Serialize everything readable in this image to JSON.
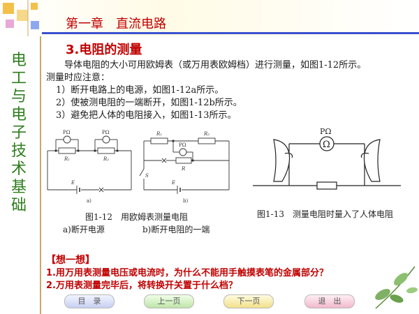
{
  "header": {
    "chapter_title": "第一章　直流电路"
  },
  "sidebar": {
    "title": "电工与电子技术基础"
  },
  "section": {
    "title": "3.电阻的测量"
  },
  "content": {
    "intro_line1": "导体电阻的大小可用欧姆表（或万用表欧姆档）进行测量，如图1-12所示。",
    "intro_line2": "测量时应注意：",
    "points": [
      "1）断开电路上的电源，如图1-12a所示。",
      "2）使被测电阻的一端断开，如图1-12b所示。",
      "3）避免把人体的电阻接入，如图1-13所示。"
    ]
  },
  "figure_12": {
    "caption": "图1-12　用欧姆表测量电阻",
    "sub_a": "a)断开电源",
    "sub_b": "b)断开电阻的一端",
    "labels": {
      "po": "PΩ",
      "r1": "R₁",
      "r2": "R₂",
      "r": "R",
      "e": "E",
      "s": "S",
      "a": "a)",
      "b": "b)"
    }
  },
  "figure_13": {
    "caption": "图1-13　测量电阻时量入了人体电阻",
    "label_p": "PΩ",
    "meter_symbol": "Ω"
  },
  "think": {
    "heading": "【想一想】",
    "q1": "1.用万用表测量电压或电流时，为什么不能用手触摸表笔的金属部分？",
    "q2": "2.万用表测量完毕后，将转换开关置于什么档？"
  },
  "nav": {
    "toc": "目　录",
    "prev": "上一页",
    "next": "下一页",
    "exit": "退　出"
  },
  "colors": {
    "accent": "#c00000",
    "green": "#2e7d1d",
    "rule": "#3a50d0"
  }
}
